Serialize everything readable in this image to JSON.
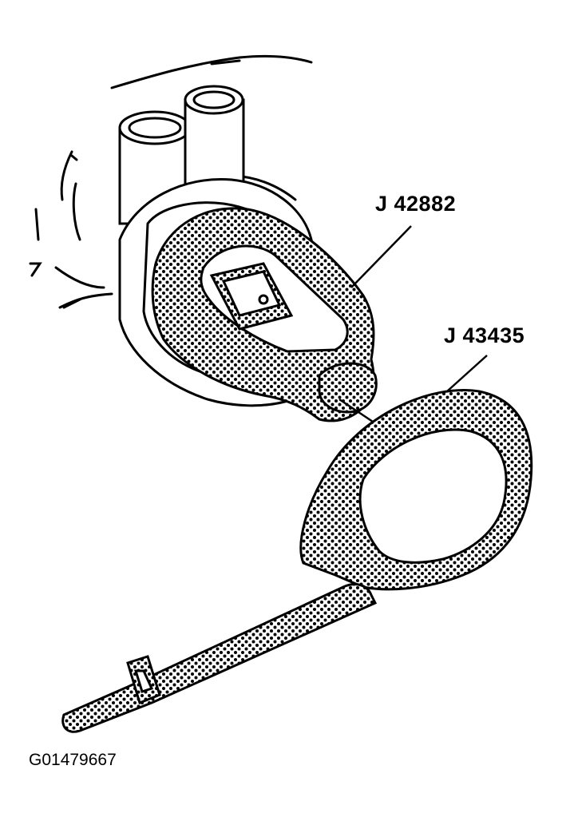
{
  "callouts": {
    "tool_a": "J 42882",
    "tool_b": "J 43435"
  },
  "figure_id": "G01479667",
  "colors": {
    "ink": "#000000",
    "paper": "#ffffff"
  }
}
